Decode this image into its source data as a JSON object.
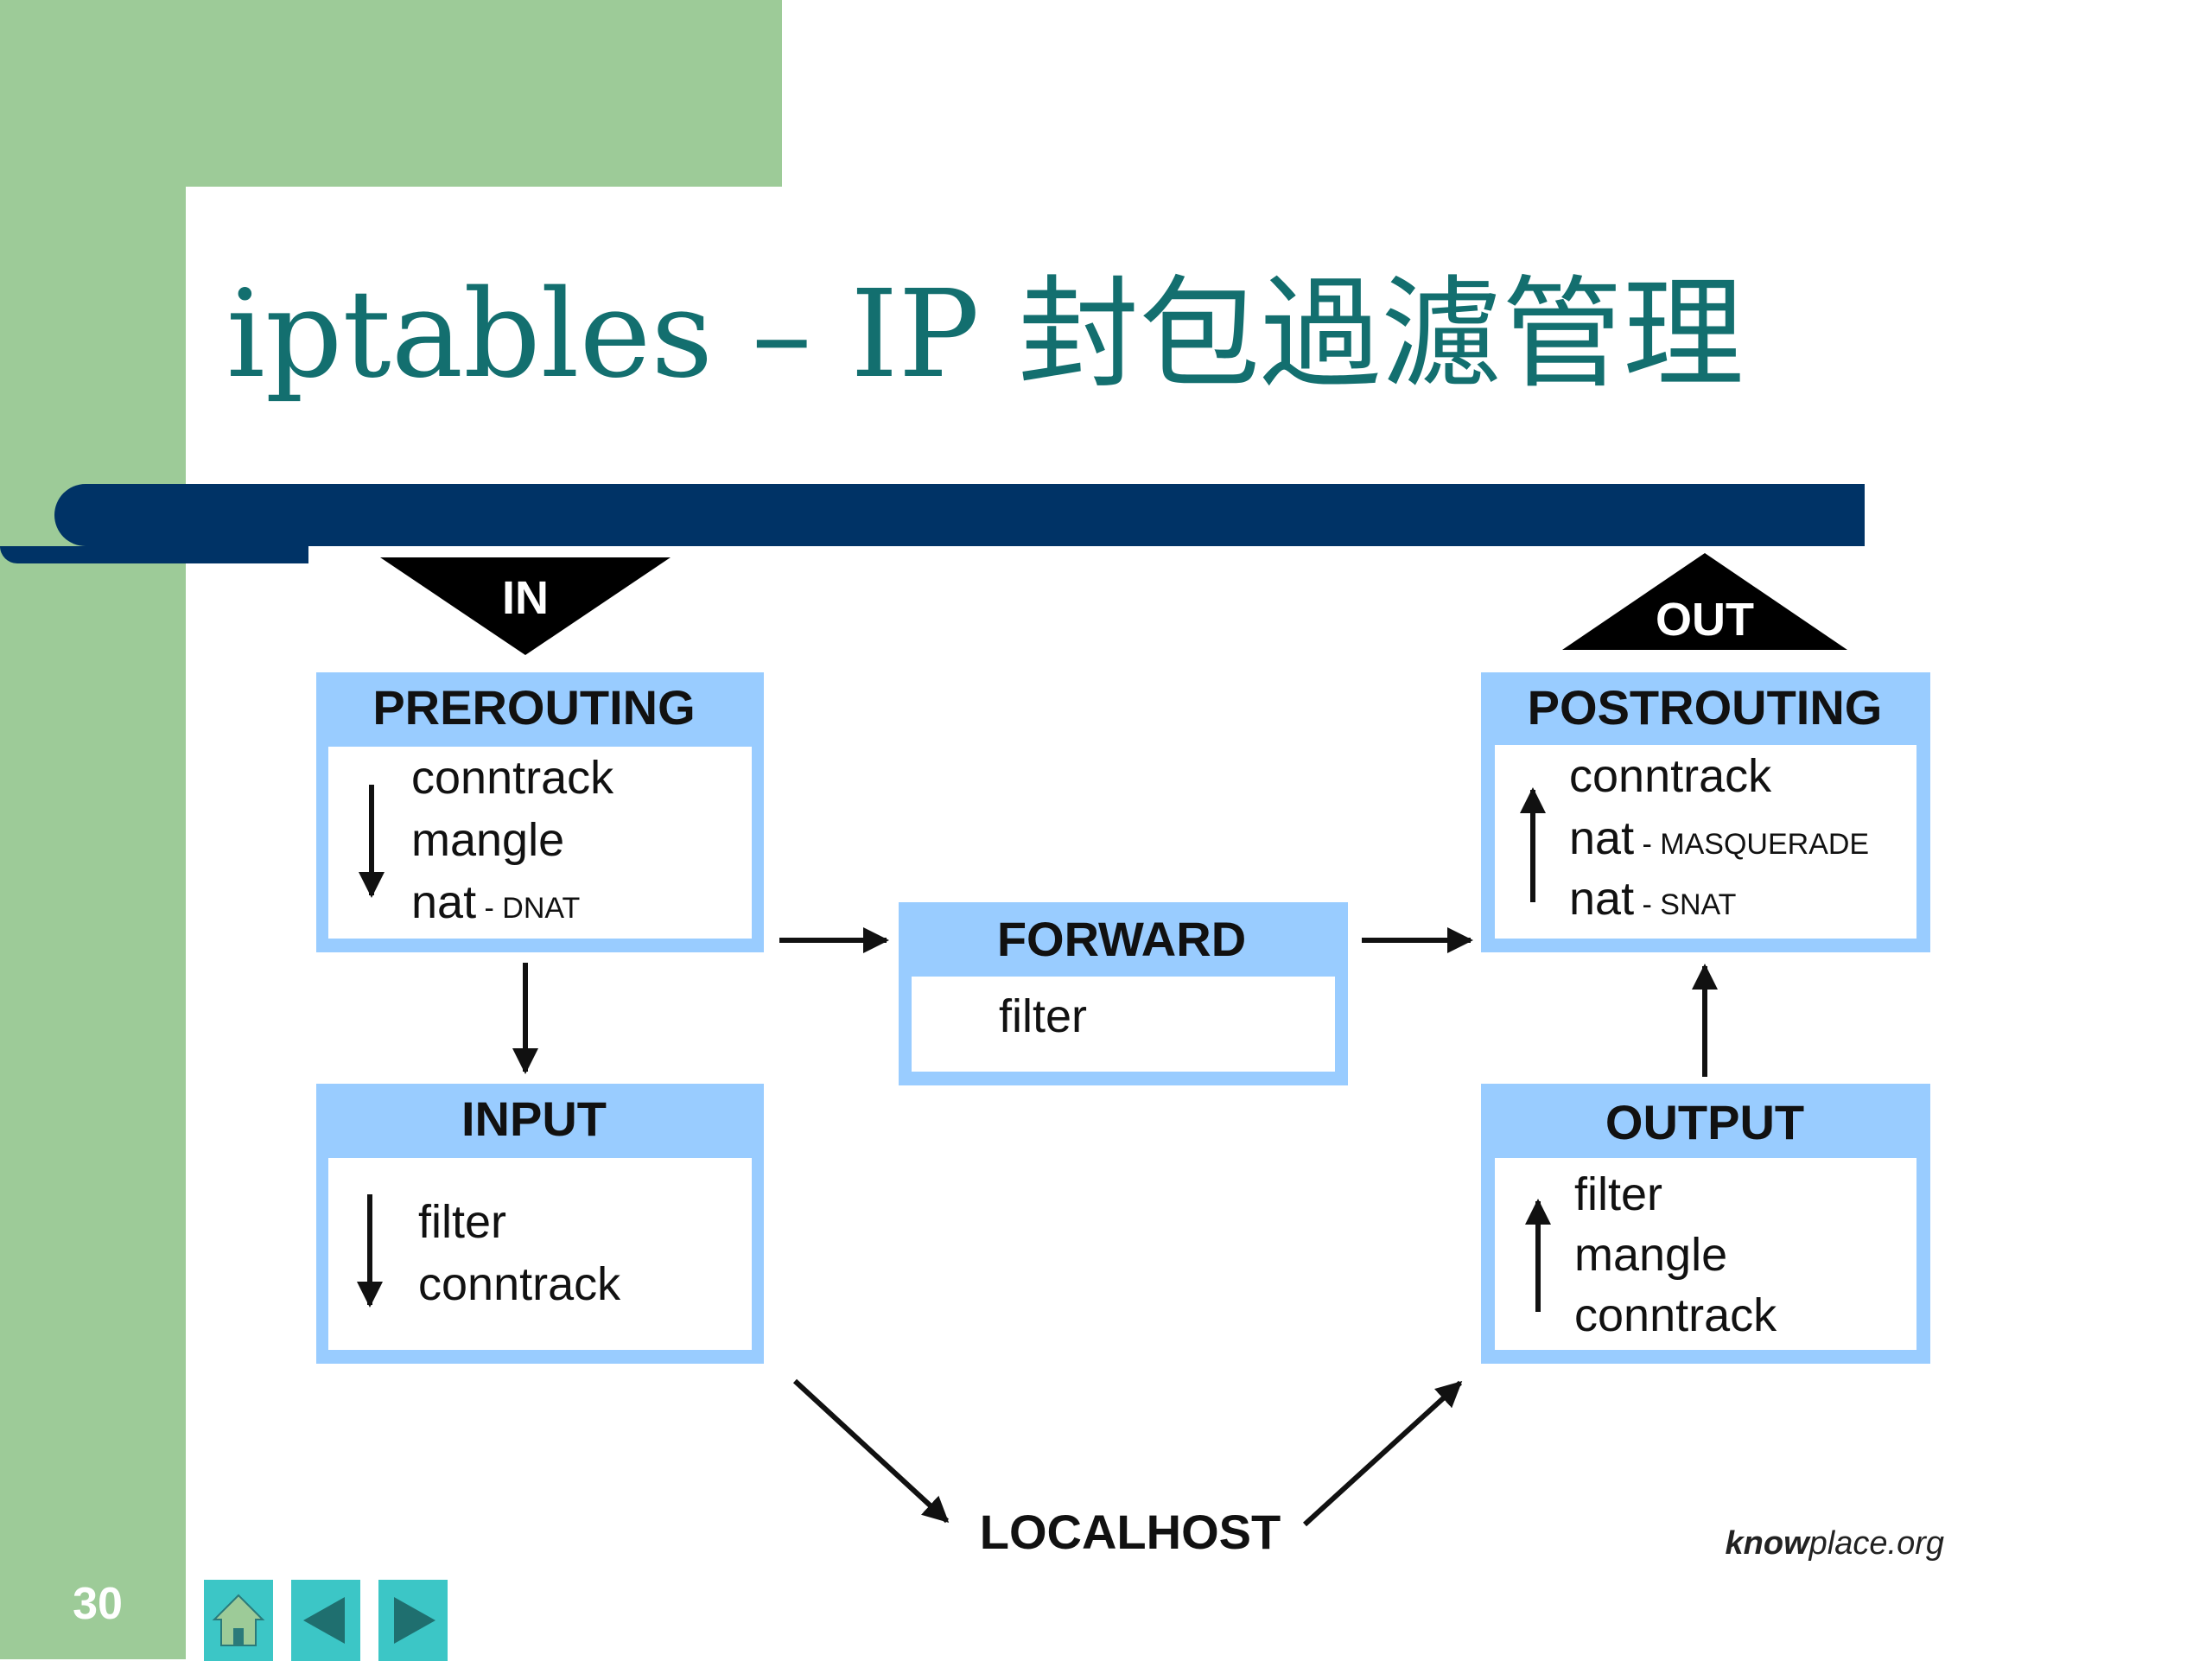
{
  "title": "iptables – IP 封包過濾管理",
  "page_number": "30",
  "in_label": "IN",
  "out_label": "OUT",
  "localhost_label": "LOCALHOST",
  "credit": {
    "bold": "know",
    "rest": "place.org"
  },
  "boxes": {
    "prerouting": {
      "title": "PREROUTING",
      "items": [
        "conntrack",
        "mangle",
        "nat"
      ],
      "nat_suffix": " - DNAT"
    },
    "forward": {
      "title": "FORWARD",
      "items": [
        "filter"
      ]
    },
    "postrouting": {
      "title": "POSTROUTING",
      "items": [
        "conntrack",
        "nat",
        "nat"
      ],
      "suffixes": [
        " - MASQUERADE",
        " - SNAT"
      ]
    },
    "input": {
      "title": "INPUT",
      "items": [
        "filter",
        "conntrack"
      ]
    },
    "output": {
      "title": "OUTPUT",
      "items": [
        "filter",
        "mangle",
        "conntrack"
      ]
    }
  },
  "nav": {
    "home_icon": "home-icon",
    "prev_icon": "arrow-left-icon",
    "next_icon": "arrow-right-icon"
  },
  "colors": {
    "green": "#9dcb98",
    "title": "#136f6f",
    "rule": "#003366",
    "box_border": "#99ccff",
    "nav": "#3cc6c6"
  }
}
